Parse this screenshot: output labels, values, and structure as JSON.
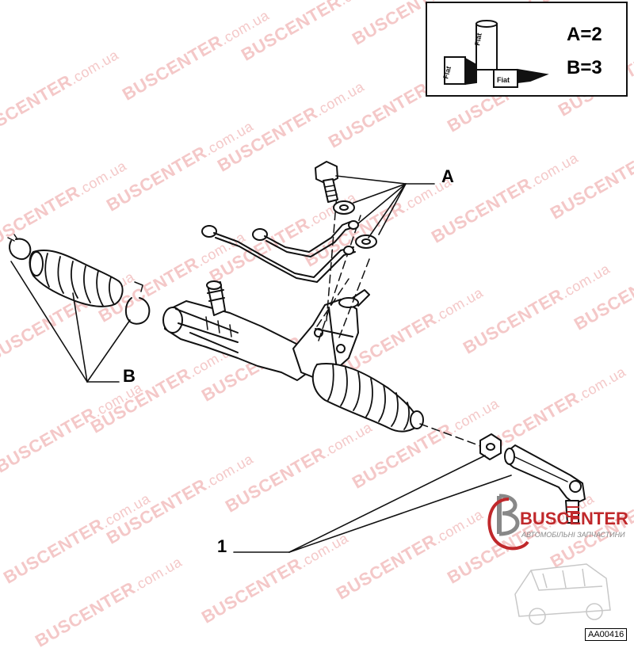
{
  "watermark": {
    "brand": "BUSCENTER",
    "domain": ".com.ua"
  },
  "kit_box": {
    "line_a": "A=2",
    "line_b": "B=3",
    "kit_label": "Fiat"
  },
  "callouts": {
    "label_a": "A",
    "label_b": "B",
    "label_1": "1"
  },
  "brand_logo": {
    "name": "BUSCENTER",
    "tagline": "АВТОМОБІЛЬНІ ЗАПЧАСТИНИ"
  },
  "reference_code": "AA00416",
  "colors": {
    "watermark": "#f4c8c8",
    "brand_red": "#c0282b",
    "line": "#111111"
  }
}
